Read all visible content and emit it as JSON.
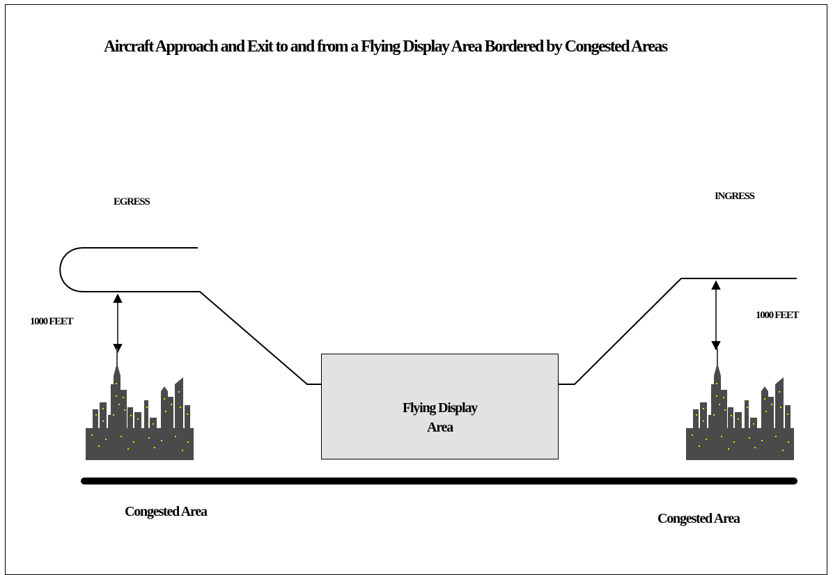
{
  "title": "Aircraft Approach and Exit to and from a Flying Display Area Bordered by Congested Areas",
  "labels": {
    "egress": "EGRESS",
    "ingress": "INGRESS",
    "feet_left": "1000 FEET",
    "feet_right": "1000 FEET",
    "congested_left": "Congested  Area",
    "congested_right": "Congested  Area"
  },
  "display_area": {
    "line1": "Flying Display",
    "line2": "Area"
  },
  "colors": {
    "box_fill": "#e2e2e2",
    "building": "#4a4a4a",
    "window": "#f0e000",
    "line": "#000000"
  },
  "icons": [
    "city-skyline-icon",
    "arrow-up-icon",
    "arrow-down-icon"
  ]
}
